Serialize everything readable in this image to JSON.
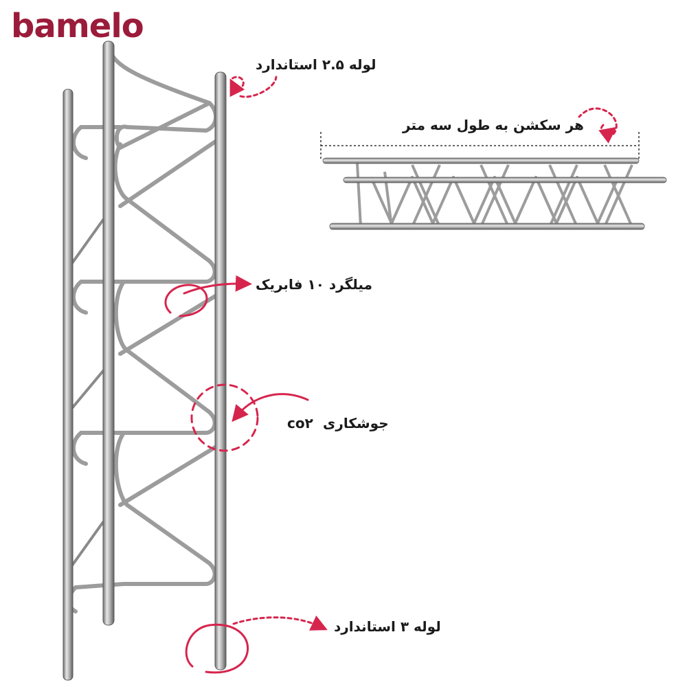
{
  "brand": {
    "logo_text": "bamelo",
    "accent_color": "#d6254d",
    "logo_color": "#9b1b3a"
  },
  "annotations": {
    "pipe_top": "لوله ۲.۵ استاندارد",
    "section_length": "هر سکشن به طول سه متر",
    "rebar": "میلگرد ۱۰ فابریک",
    "welding": "جوشکاری",
    "welding_co2": "co۲",
    "pipe_bottom": "لوله ۳ استاندارد"
  }
}
